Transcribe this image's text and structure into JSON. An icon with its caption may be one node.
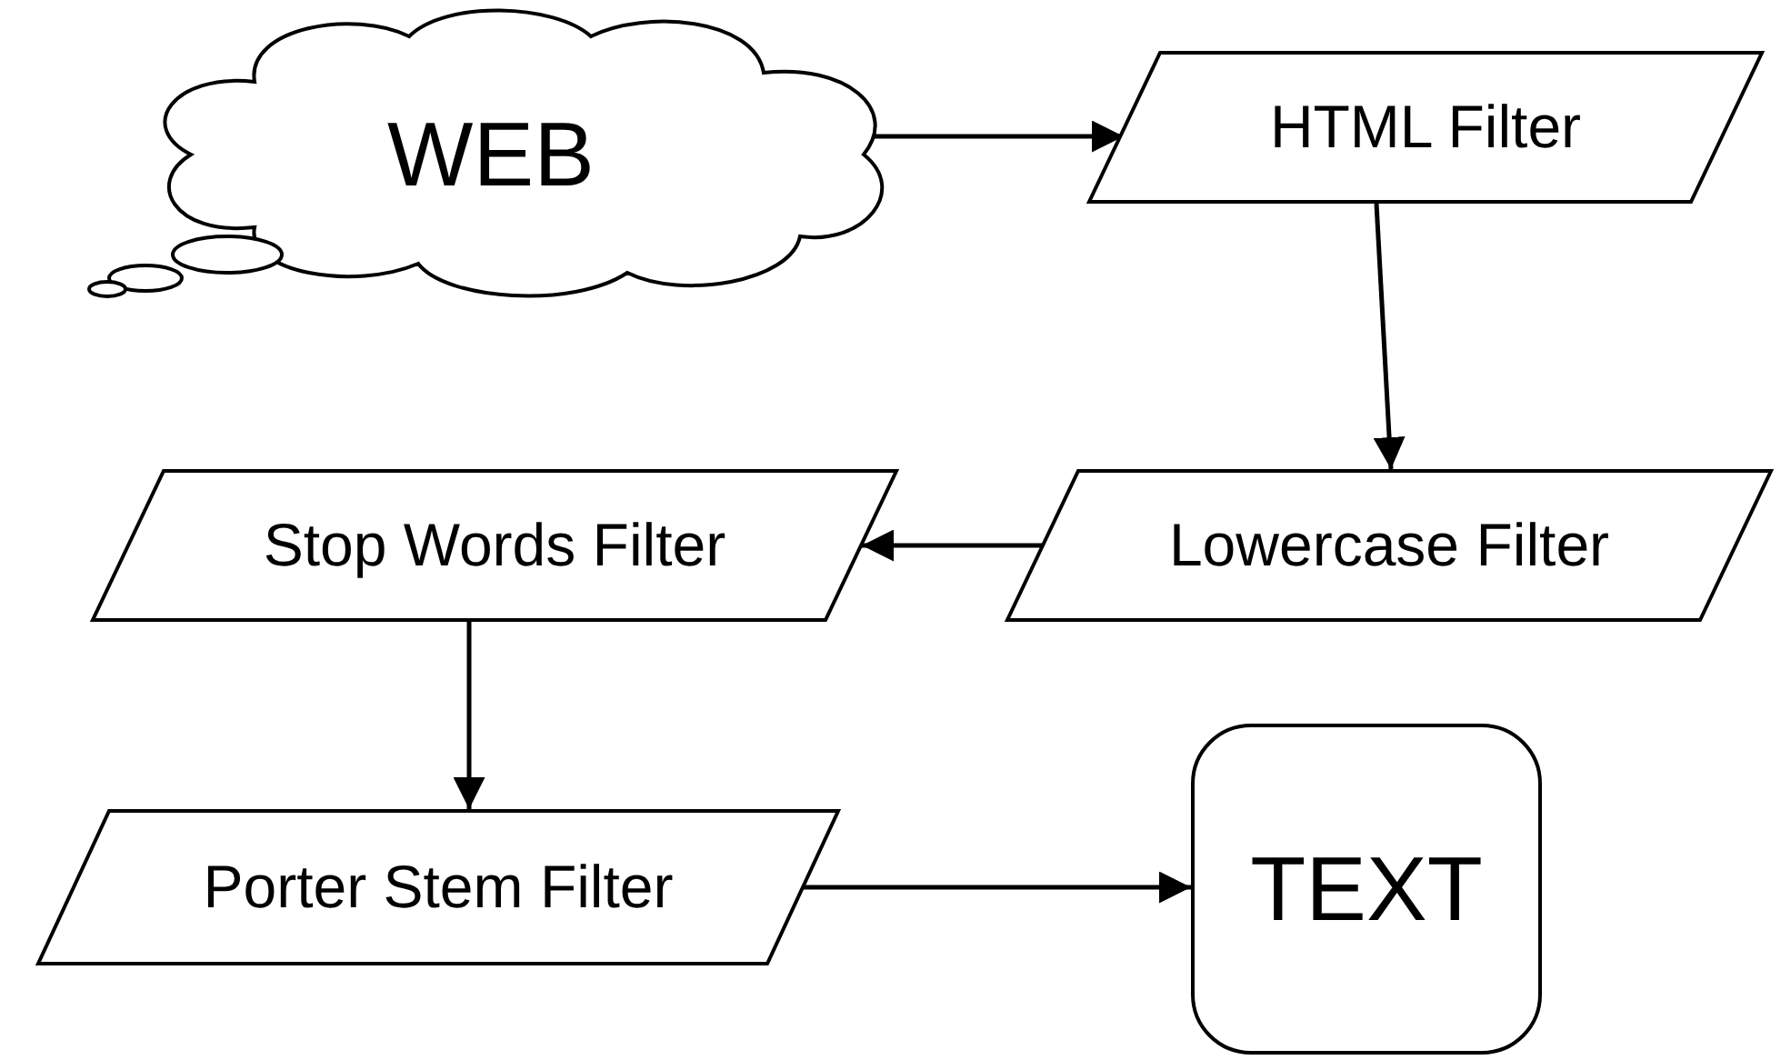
{
  "diagram": {
    "nodes": [
      {
        "text": [
          "WEB"
        ]
      },
      {
        "text": [
          "HTML Filter"
        ]
      },
      {
        "text": [
          "Lowercase Filter"
        ]
      },
      {
        "text": [
          "Stop Words Filter"
        ]
      },
      {
        "text": [
          "Porter Stem Filter"
        ]
      },
      {
        "text": [
          "TEXT"
        ]
      }
    ],
    "edges": [
      {
        "from": 0,
        "to": 1,
        "arrow": "to"
      },
      {
        "from": 1,
        "to": 2,
        "arrow": "to"
      },
      {
        "from": 2,
        "to": 3,
        "arrow": "to"
      },
      {
        "from": 3,
        "to": 4,
        "arrow": "to"
      },
      {
        "from": 4,
        "to": 5,
        "arrow": "to"
      }
    ]
  }
}
